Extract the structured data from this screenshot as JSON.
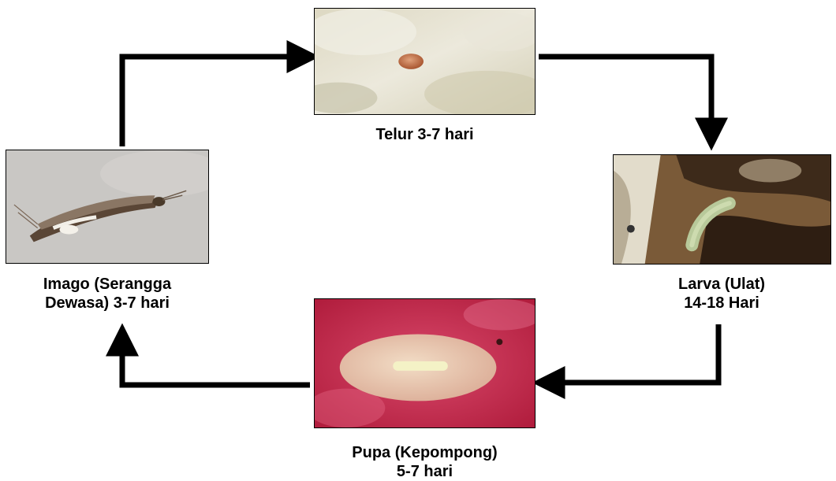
{
  "stages": {
    "egg": {
      "label": [
        "Telur 3-7 hari"
      ]
    },
    "larva": {
      "label": [
        "Larva (Ulat)",
        "14-18 Hari"
      ]
    },
    "pupa": {
      "label": [
        "Pupa (Kepompong)",
        "5-7 hari"
      ]
    },
    "imago": {
      "label": [
        "Imago (Serangga",
        "Dewasa) 3-7 hari"
      ]
    }
  },
  "colors": {
    "arrow": "#000000",
    "pupa_bg": "#c8284a",
    "egg_bg": "#e8e4d4",
    "imago_bg": "#c9c7c4"
  },
  "icons": [
    "egg-photo",
    "larva-photo",
    "pupa-photo",
    "moth-photo"
  ]
}
